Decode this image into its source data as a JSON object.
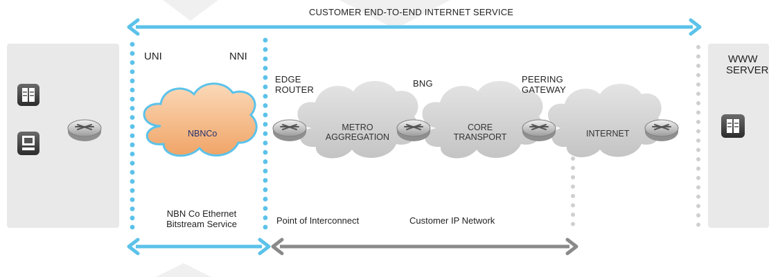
{
  "colors": {
    "accent_blue": "#5bc2ea",
    "transport_grey": "#8a8a8a",
    "panel_grey": "#e9e9e9",
    "cloud_grey": "#cfcfcf",
    "cloud_orange": "#f5b27d",
    "dot_grey": "#cfcfcf"
  },
  "header": {
    "service_label": "CUSTOMER END-TO-END INTERNET SERVICE"
  },
  "interfaces": {
    "uni": "UNI",
    "nni": "NNI"
  },
  "clouds": {
    "nbnco": "NBNCo",
    "metro_line1": "METRO",
    "metro_line2": "AGGREGATION",
    "core_line1": "CORE",
    "core_line2": "TRANSPORT",
    "internet": "INTERNET"
  },
  "nodes": {
    "edge_router_line1": "EDGE",
    "edge_router_line2": "ROUTER",
    "bng": "BNG",
    "peering_line1": "PEERING",
    "peering_line2": "GATEWAY",
    "www_line1": "WWW",
    "www_line2": "SERVER"
  },
  "footer": {
    "bitstream_line1": "NBN Co Ethernet",
    "bitstream_line2": "Bitstream Service",
    "poi": "Point of Interconnect",
    "customer_ip": "Customer IP Network"
  },
  "icons": [
    "server-icon",
    "computer-icon",
    "router-icon"
  ]
}
